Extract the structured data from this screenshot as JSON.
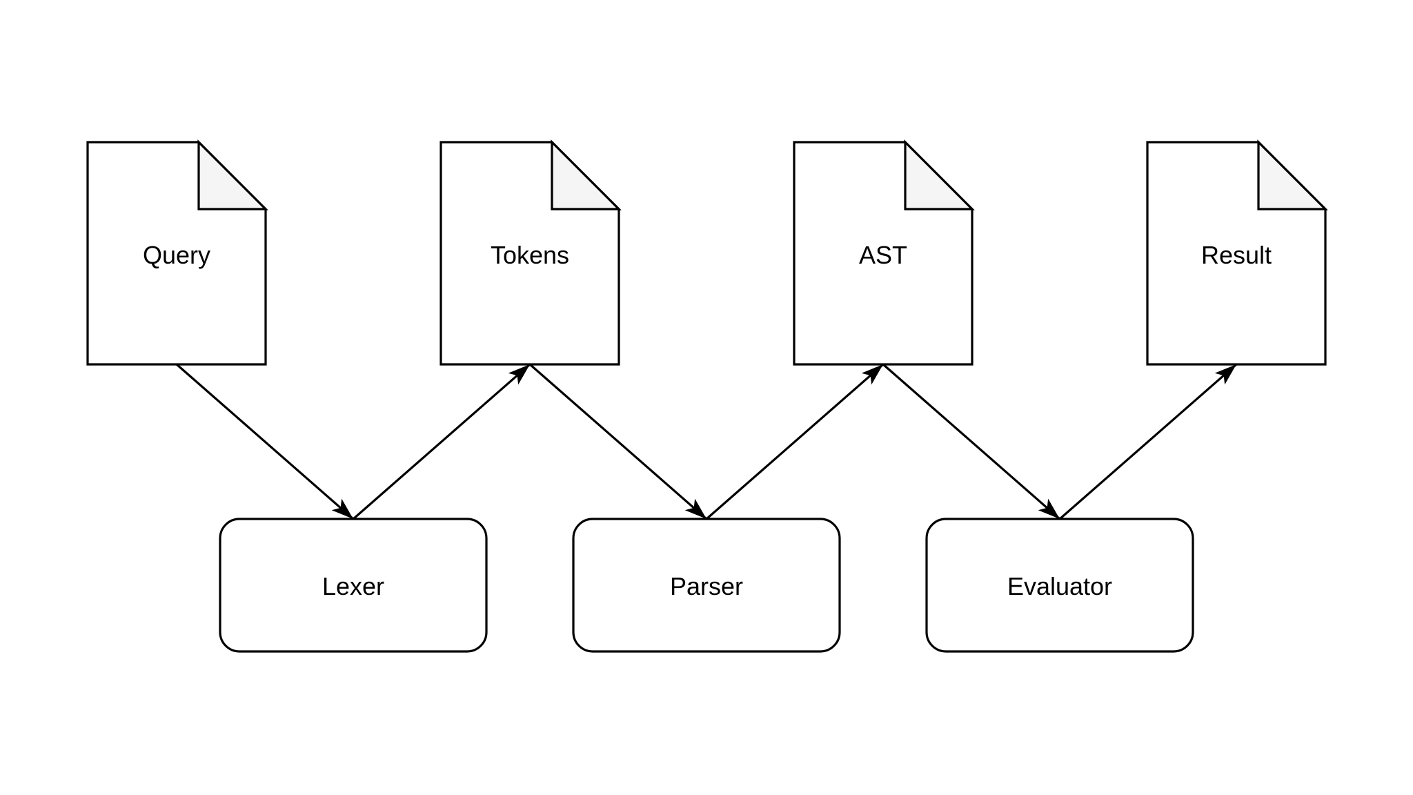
{
  "diagram": {
    "title": "query-parsing-pipeline",
    "documents": [
      {
        "label": "Query"
      },
      {
        "label": "Tokens"
      },
      {
        "label": "AST"
      },
      {
        "label": "Result"
      }
    ],
    "processes": [
      {
        "label": "Lexer"
      },
      {
        "label": "Parser"
      },
      {
        "label": "Evaluator"
      }
    ],
    "edges": [
      {
        "from": "Query",
        "to": "Lexer"
      },
      {
        "from": "Lexer",
        "to": "Tokens"
      },
      {
        "from": "Tokens",
        "to": "Parser"
      },
      {
        "from": "Parser",
        "to": "AST"
      },
      {
        "from": "AST",
        "to": "Evaluator"
      },
      {
        "from": "Evaluator",
        "to": "Result"
      }
    ],
    "colors": {
      "stroke": "#000000",
      "shape_fill": "#ffffff",
      "fold_fill": "#f5f5f5",
      "text": "#000000",
      "background": "#ffffff"
    }
  }
}
